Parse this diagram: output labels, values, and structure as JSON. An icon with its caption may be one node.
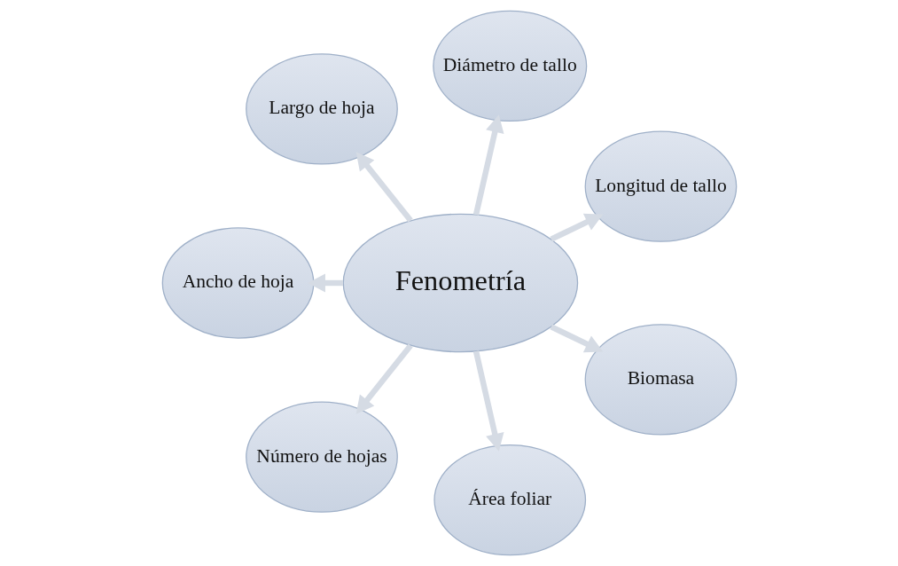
{
  "diagram": {
    "nodes": [
      {
        "text": [
          "Fenometría"
        ]
      },
      {
        "text": [
          "Longitud de tallo"
        ]
      },
      {
        "text": [
          "Diámetro de tallo"
        ]
      },
      {
        "text": [
          "Largo de hoja"
        ]
      },
      {
        "text": [
          "Ancho de hoja"
        ]
      },
      {
        "text": [
          "Número de hojas"
        ]
      },
      {
        "text": [
          "Área foliar"
        ]
      },
      {
        "text": [
          "Biomasa"
        ]
      }
    ],
    "edges": [
      {
        "from": 0,
        "to": 1,
        "arrow": "to"
      },
      {
        "from": 0,
        "to": 2,
        "arrow": "to"
      },
      {
        "from": 0,
        "to": 3,
        "arrow": "to"
      },
      {
        "from": 0,
        "to": 4,
        "arrow": "to"
      },
      {
        "from": 0,
        "to": 5,
        "arrow": "to"
      },
      {
        "from": 0,
        "to": 6,
        "arrow": "to"
      },
      {
        "from": 0,
        "to": 7,
        "arrow": "to"
      }
    ]
  }
}
